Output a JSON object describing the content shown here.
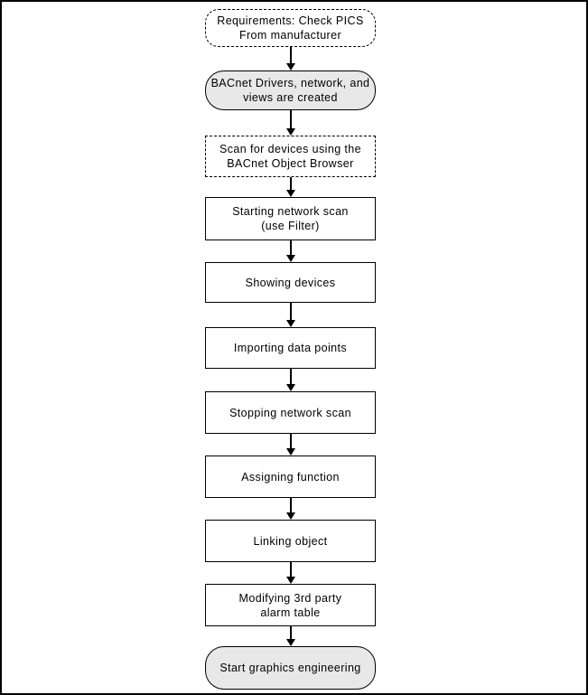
{
  "diagram": {
    "colors": {
      "line": "#000000",
      "terminator_fill": "#e8e8e8",
      "process_fill": "#ffffff",
      "background": "#ffffff"
    },
    "nodes": [
      {
        "id": "requirements",
        "shape": "terminator-dashed",
        "fill": "#ffffff",
        "label": "Requirements: Check PICS\nFrom manufacturer"
      },
      {
        "id": "drivers-created",
        "shape": "terminator",
        "fill": "#e8e8e8",
        "label": "BACnet Drivers, network, and\nviews are created"
      },
      {
        "id": "scan-for-devices",
        "shape": "process-dashed",
        "fill": "#ffffff",
        "label": "Scan for devices using the\nBACnet Object Browser"
      },
      {
        "id": "starting-scan",
        "shape": "process",
        "fill": "#ffffff",
        "label": "Starting network scan\n(use Filter)"
      },
      {
        "id": "showing-devices",
        "shape": "process",
        "fill": "#ffffff",
        "label": "Showing devices"
      },
      {
        "id": "importing-points",
        "shape": "process",
        "fill": "#ffffff",
        "label": "Importing data points"
      },
      {
        "id": "stopping-scan",
        "shape": "process",
        "fill": "#ffffff",
        "label": "Stopping network scan"
      },
      {
        "id": "assigning-function",
        "shape": "process",
        "fill": "#ffffff",
        "label": "Assigning function"
      },
      {
        "id": "linking-object",
        "shape": "process",
        "fill": "#ffffff",
        "label": "Linking object"
      },
      {
        "id": "modifying-alarm",
        "shape": "process",
        "fill": "#ffffff",
        "label": "Modifying 3rd party\nalarm table"
      },
      {
        "id": "start-graphics",
        "shape": "terminator",
        "fill": "#e8e8e8",
        "label": "Start graphics engineering"
      }
    ]
  }
}
